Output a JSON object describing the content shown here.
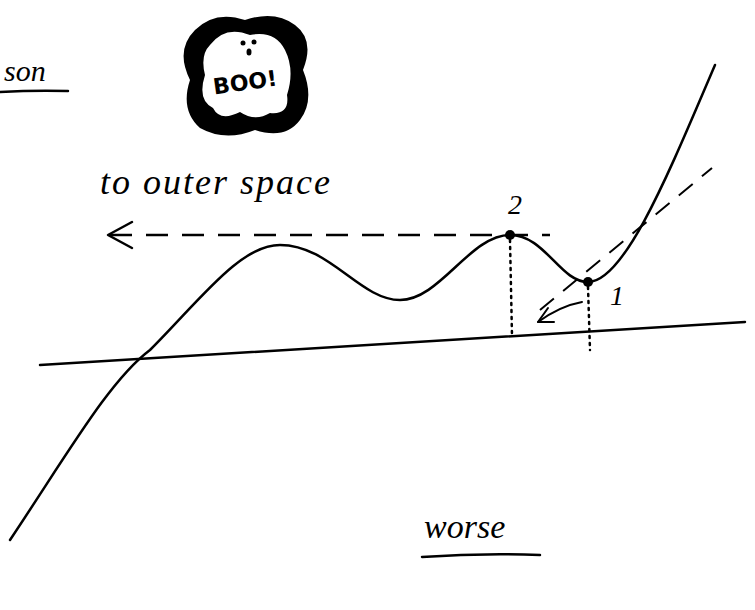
{
  "diagram": {
    "nodes": [
      {
        "text": [
          "BOO!"
        ]
      }
    ],
    "labels": [
      "son",
      "to outer space",
      "2",
      "1",
      "worse"
    ]
  }
}
